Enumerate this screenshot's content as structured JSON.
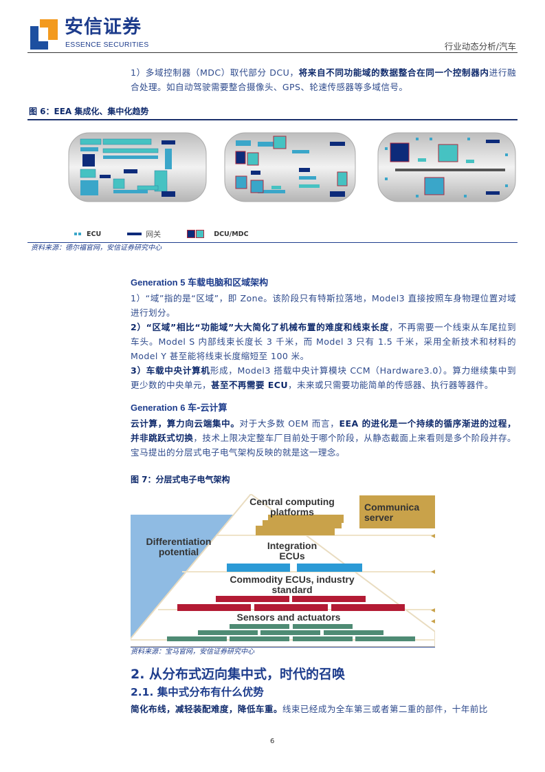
{
  "header": {
    "logo_cn": "安信证券",
    "logo_en": "ESSENCE SECURITIES",
    "section": "行业动态分析/汽车"
  },
  "intro": {
    "p1_a": "1）多域控制器（MDC）取代部分 DCU，",
    "p1_b": "将来自不同功能域的数据整合在同一个控制器内",
    "p1_c": "进行融合处理。如自动驾驶需要整合摄像头、GPS、轮速传感器等多域信号。"
  },
  "figure6": {
    "title": "图 6：EEA 集成化、集中化趋势",
    "legend": [
      {
        "label": "ECU",
        "color": "#3aa6c9"
      },
      {
        "label": "网关",
        "color": "#0d2b7a"
      },
      {
        "label": "DCU/MDC",
        "colors": [
          "#0d2b7a",
          "#46c2c2"
        ],
        "border": "#b0283c"
      }
    ],
    "source": "资料来源：德尔福官网，安信证券研究中心"
  },
  "gen5": {
    "heading_en": "Generation 5",
    "heading_cn": "车载电脑和区域架构",
    "p1": "1）“域”指的是“区域”，即 Zone。该阶段只有特斯拉落地，Model3 直接按照车身物理位置对域进行划分。",
    "p2_a": "2）“区域”相比“功能域”大大简化了机械布置的难度和线束长度",
    "p2_b": "，不再需要一个线束从车尾拉到车头。Model S 内部线束长度长 3 千米，而 Model 3 只有 1.5 千米，采用全新技术和材料的 Model Y 甚至能将线束长度缩短至 100 米。",
    "p3_a": "3）车载中央计算机",
    "p3_b": "形成，Model3 搭载中央计算模块 CCM（Hardware3.0）。算力继续集中到更少数的中央单元，",
    "p3_c": "甚至不再需要 ECU",
    "p3_d": "，未来或只需要功能简单的传感器、执行器等器件。"
  },
  "gen6": {
    "heading_en": "Generation 6",
    "heading_cn": "车-云计算",
    "p_a": "云计算，算力向云端集中。",
    "p_b": "对于大多数 OEM 而言，",
    "p_c": "EEA 的进化是一个持续的循序渐进的过程，并非跳跃式切换",
    "p_d": "，技术上限决定整车厂目前处于哪个阶段，从静态截面上来看则是多个阶段并存。宝马提出的分层式电子电气架构反映的就是这一理念。"
  },
  "figure7": {
    "title": "图 7：分层式电子电气架构",
    "labels": {
      "central": "Central computing platforms",
      "communication": "Communica server",
      "differentiation": "Differentiation potential",
      "integration": "Integration ECUs",
      "commodity": "Commodity ECUs, industry standard",
      "sensors": "Sensors and actuators"
    },
    "colors": {
      "central": "#c9a24a",
      "integration": "#2b9ad6",
      "commodity": "#b31b34",
      "sensors": "#4e8b74",
      "differentiation": "#8fbbe3"
    },
    "source": "资料来源：宝马官网，安信证券研究中心"
  },
  "section2": {
    "heading": "2. 从分布式迈向集中式，时代的召唤",
    "sub_heading": "2.1. 集中式分布有什么优势",
    "p_a": "简化布线，减轻装配难度，降低车重。",
    "p_b": "线束已经成为全车第三或者第二重的部件，十年前比"
  },
  "footer": {
    "page_number": "6"
  }
}
